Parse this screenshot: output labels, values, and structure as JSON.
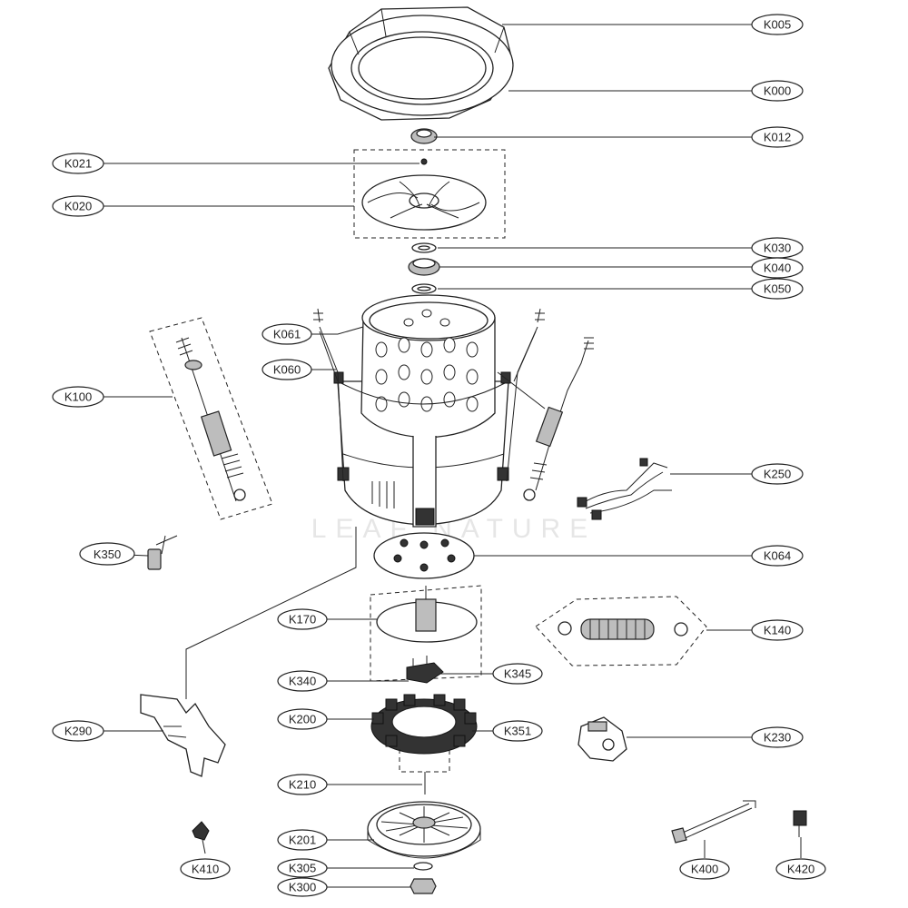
{
  "callouts": {
    "K005": "K005",
    "K000": "K000",
    "K012": "K012",
    "K021": "K021",
    "K020": "K020",
    "K030": "K030",
    "K040": "K040",
    "K050": "K050",
    "K061": "K061",
    "K060": "K060",
    "K100": "K100",
    "K250": "K250",
    "K350": "K350",
    "K064": "K064",
    "K170": "K170",
    "K140": "K140",
    "K340": "K340",
    "K345": "K345",
    "K200": "K200",
    "K351": "K351",
    "K290": "K290",
    "K230": "K230",
    "K210": "K210",
    "K201": "K201",
    "K305": "K305",
    "K300": "K300",
    "K410": "K410",
    "K400": "K400",
    "K420": "K420"
  },
  "watermark": "LEAF NATURE",
  "colors": {
    "line": "#222222",
    "fill_dark": "#333333",
    "fill_grey": "#bdbdbd",
    "watermark": "#e6e6e6"
  }
}
